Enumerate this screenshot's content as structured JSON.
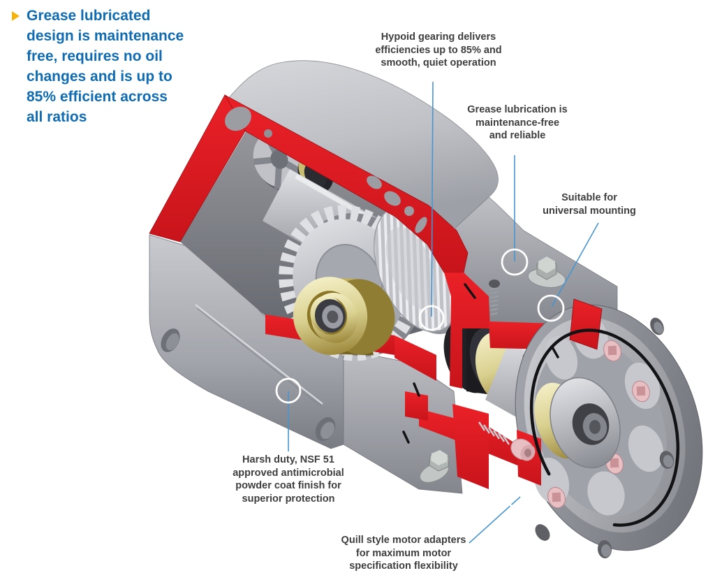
{
  "headline": {
    "bullet_icon": "triangle-right",
    "bullet_color": "#F6B40B",
    "text_color": "#0F6CB3",
    "lines": [
      "Grease lubricated",
      "design is maintenance",
      "free, requires no oil",
      "changes and is up to",
      "85% efficient across",
      "all ratios"
    ]
  },
  "callouts": [
    {
      "id": "hypoid-gearing",
      "lines": [
        "Hypoid gearing delivers",
        "efficiencies up to 85% and",
        "smooth, quiet operation"
      ]
    },
    {
      "id": "grease-lubrication",
      "lines": [
        "Grease lubrication is",
        "maintenance-free",
        "and reliable"
      ]
    },
    {
      "id": "universal-mounting",
      "lines": [
        "Suitable for",
        "universal mounting"
      ]
    },
    {
      "id": "powder-coat-finish",
      "lines": [
        "Harsh duty, NSF 51",
        "approved antimicrobial",
        "powder coat finish for",
        "superior protection"
      ]
    },
    {
      "id": "quill-motor-adapters",
      "lines": [
        "Quill style motor adapters",
        "for maximum motor",
        "specification flexibility"
      ]
    }
  ],
  "illustration": {
    "description": "Cutaway 3D rendering of a grease-lubricated hypoid gear drive",
    "cut_surface_color": "#E01B22",
    "bearing_gold_color": "#D9D08F",
    "leader_line_color": "#4795D1",
    "callout_circle_color": "#FFFFFF",
    "callout_text_color": "#3E3E40"
  }
}
